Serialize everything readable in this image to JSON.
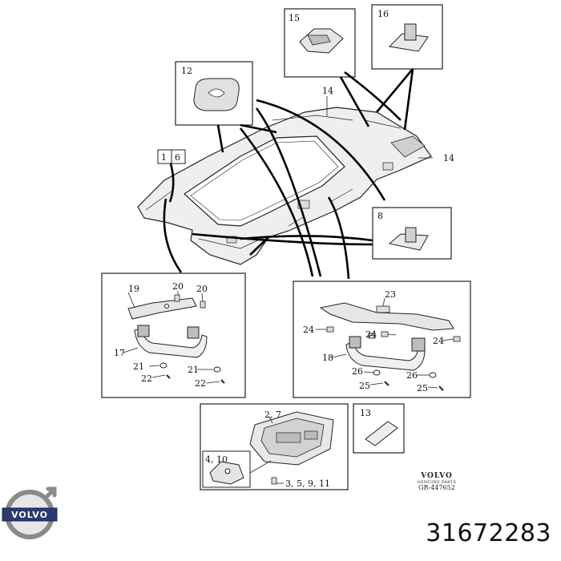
{
  "labels": {
    "c1": "1",
    "c6": "6",
    "c12": "12",
    "c15": "15",
    "c16": "16",
    "c14a": "14",
    "c14b": "14",
    "c8": "8",
    "c19": "19",
    "c20a": "20",
    "c20b": "20",
    "c17": "17",
    "c21a": "21",
    "c21b": "21",
    "c22a": "22",
    "c22b": "22",
    "c23": "23",
    "c24a": "24",
    "c24b": "24",
    "c24c": "24",
    "c18": "18",
    "c26a": "26",
    "c26b": "26",
    "c25a": "25",
    "c25b": "25",
    "c27": "2, 7",
    "c410": "4, 10",
    "c3511": "3, 5, 9, 11",
    "c13": "13"
  },
  "brand": {
    "name": "VOLVO",
    "subtitle": "GENUINE PARTS",
    "code": "GR-447652"
  },
  "logo_text": "VOLVO",
  "part_number": "31672283"
}
